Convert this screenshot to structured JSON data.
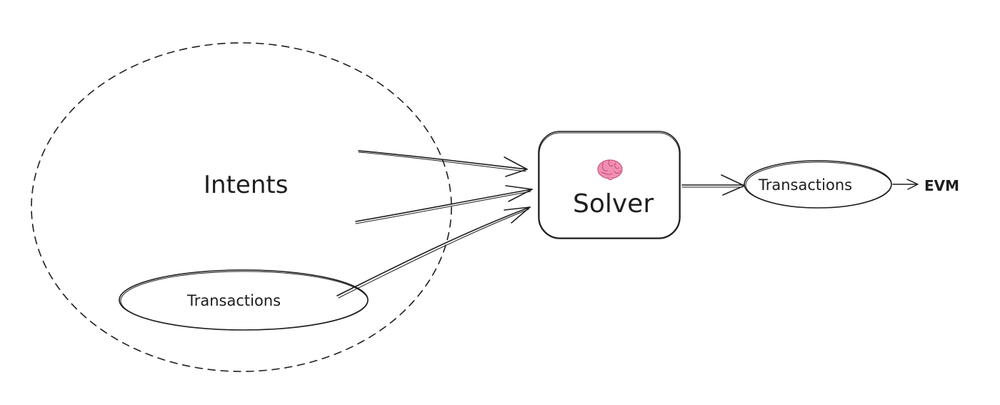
{
  "diagram": {
    "intents_label": "Intents",
    "solver_label": "Solver",
    "solver_icon": "brain-icon",
    "inner_transactions_label": "Transactions",
    "output_transactions_label": "Transactions",
    "evm_label": "EVM"
  },
  "colors": {
    "stroke": "#1e1e1e",
    "background": "#ffffff",
    "brain_pink": "#f08fb3",
    "brain_dark": "#c9577f"
  }
}
